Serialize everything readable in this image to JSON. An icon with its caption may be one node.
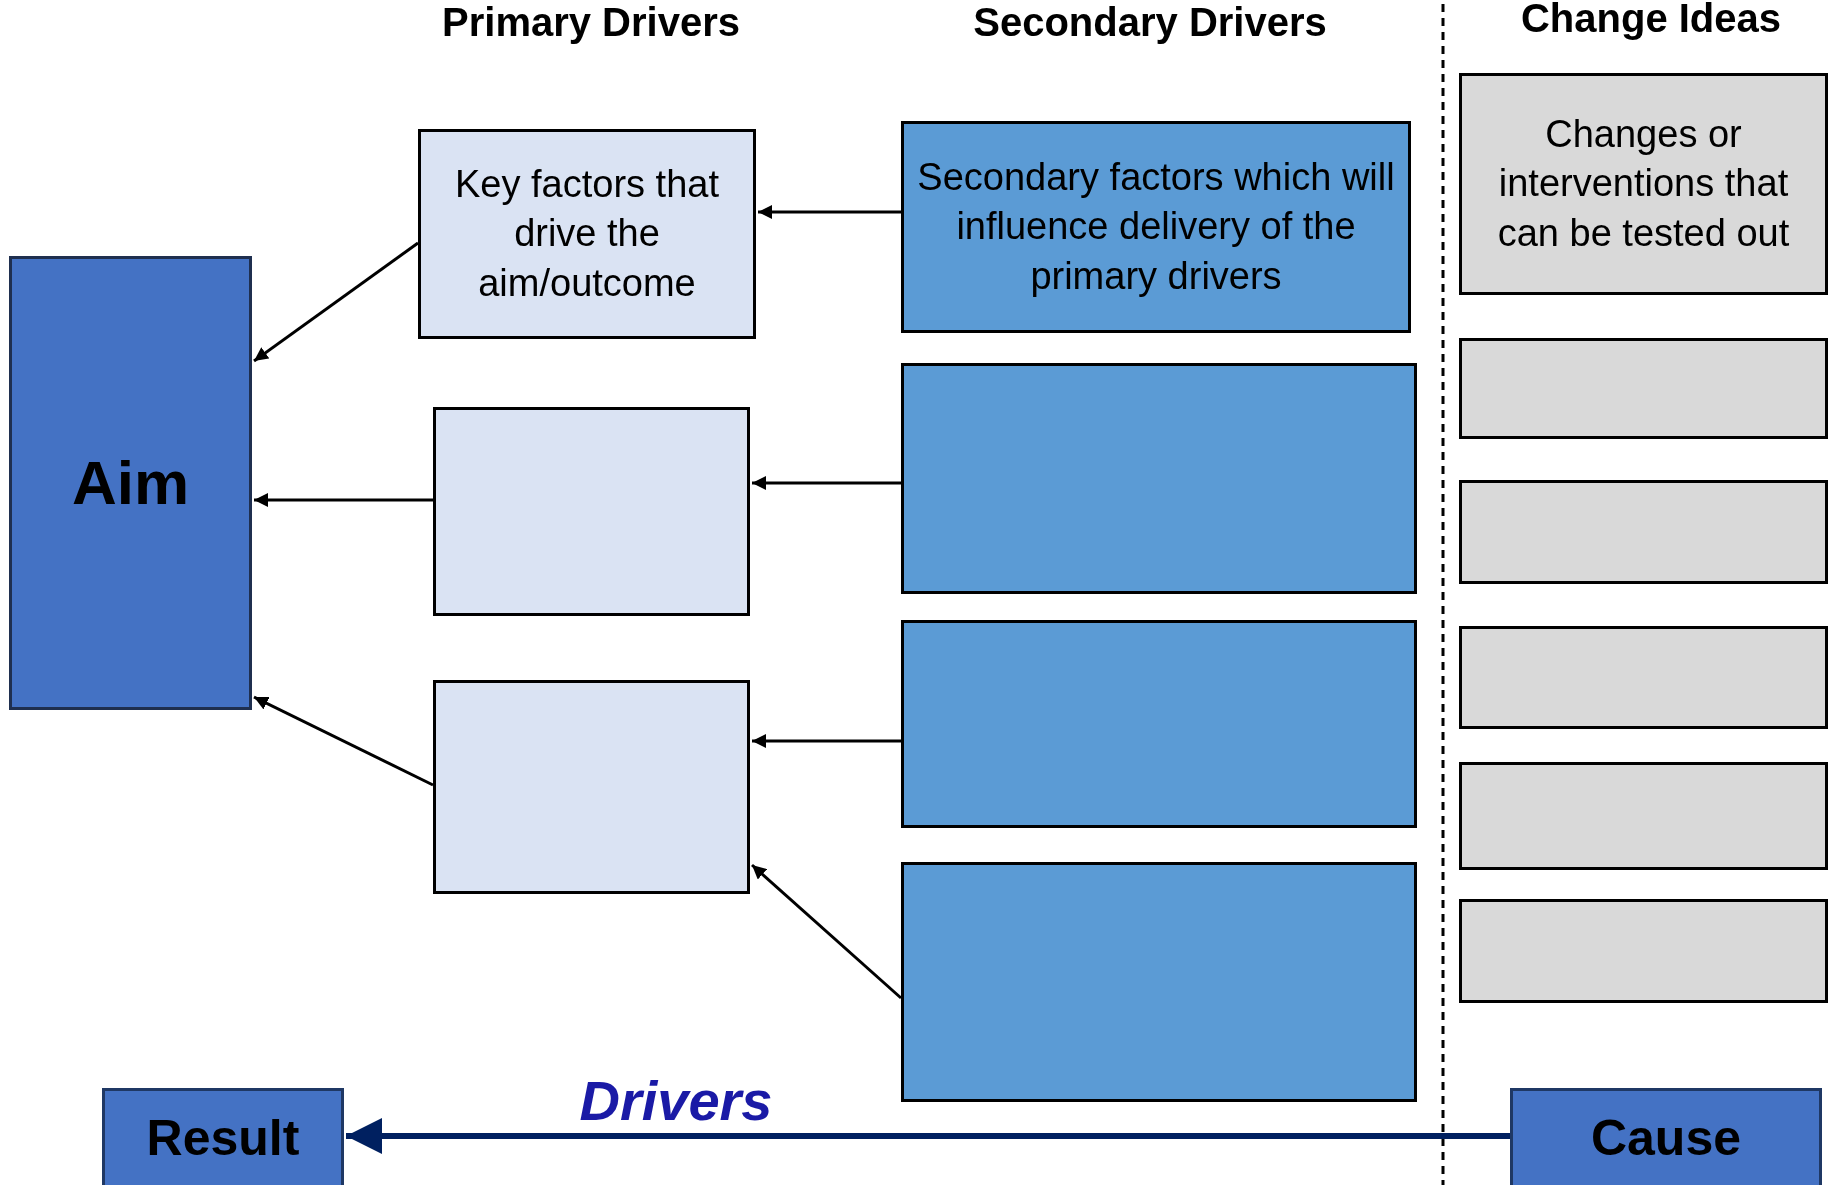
{
  "diagram": {
    "nodes": [
      {
        "text": [
          "Aim"
        ]
      },
      {
        "text": [
          "Key factors that drive the aim/outcome"
        ]
      },
      {
        "text": [],
        "shape": "box"
      },
      {
        "text": [],
        "shape": "box"
      },
      {
        "text": [
          "Secondary factors which will influence delivery of the primary drivers"
        ]
      },
      {
        "text": [],
        "shape": "box"
      },
      {
        "text": [],
        "shape": "box"
      },
      {
        "text": [],
        "shape": "box"
      },
      {
        "text": [
          "Changes or interventions that can be tested out"
        ]
      },
      {
        "text": [],
        "shape": "box"
      },
      {
        "text": [],
        "shape": "box"
      },
      {
        "text": [],
        "shape": "box"
      },
      {
        "text": [],
        "shape": "box"
      },
      {
        "text": [],
        "shape": "box"
      },
      {
        "text": [
          "Result"
        ]
      },
      {
        "text": [
          "Cause"
        ]
      }
    ],
    "edges": [
      {
        "from": 1,
        "to": 0,
        "arrow": "to"
      },
      {
        "from": 2,
        "to": 0,
        "arrow": "to"
      },
      {
        "from": 3,
        "to": 0,
        "arrow": "to"
      },
      {
        "from": 4,
        "to": 1,
        "arrow": "to"
      },
      {
        "from": 5,
        "to": 2,
        "arrow": "to"
      },
      {
        "from": 6,
        "to": 3,
        "arrow": "to"
      },
      {
        "from": 7,
        "to": 3,
        "arrow": "to"
      },
      {
        "from": 15,
        "to": 14,
        "arrow": "to",
        "label": "Drivers",
        "style": "thick",
        "color": "#002060"
      }
    ],
    "labels": [
      "Primary Drivers",
      "Secondary Drivers",
      "Change Ideas"
    ]
  }
}
